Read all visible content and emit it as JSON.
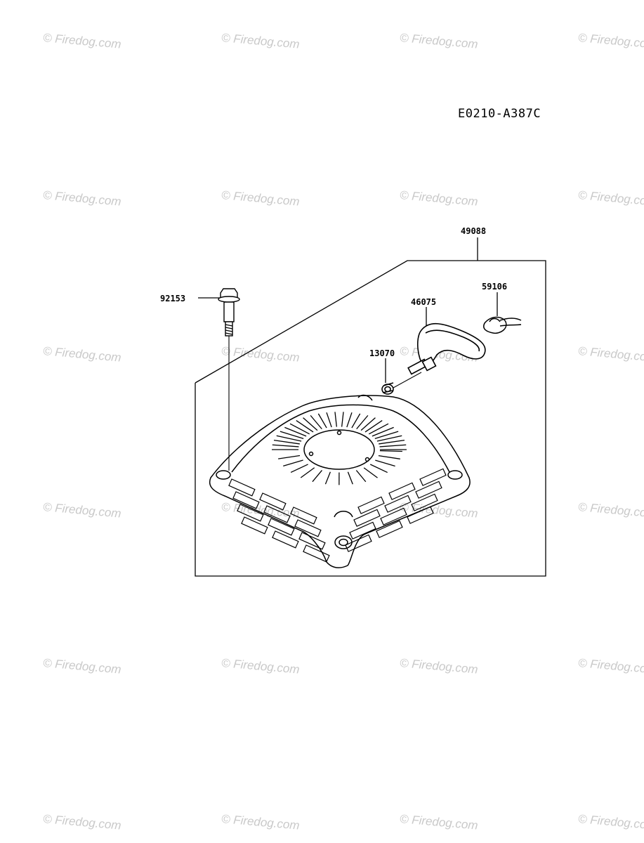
{
  "diagram": {
    "code": "E0210-A387C",
    "watermark": "© Firedog.com",
    "parts": {
      "assembly": "49088",
      "bolt": "92153",
      "handle": "46075",
      "knot": "59106",
      "grommet": "13070"
    },
    "colors": {
      "line": "#000000",
      "watermark": "#c9c9c9"
    }
  }
}
